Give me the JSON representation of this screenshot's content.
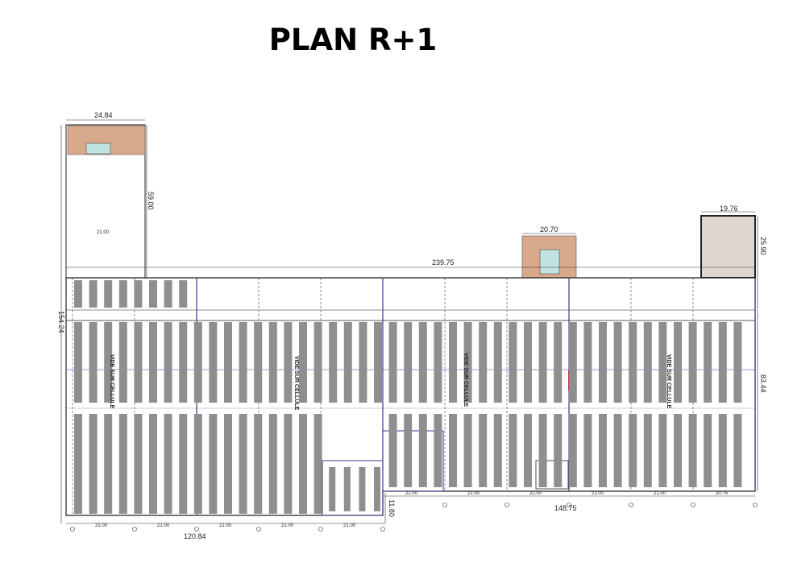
{
  "title": "PLAN R+1",
  "dimensions": {
    "left_tower_width": "24.84",
    "left_tower_height": "59.00",
    "left_tower_inner": "21.00",
    "center_tower_width": "20.70",
    "right_block_width": "19.76",
    "right_block_height": "25.90",
    "total_length": "239.75",
    "left_height": "154.24",
    "right_height": "83.44",
    "left_bottom_length": "120.84",
    "right_bottom_length": "148.75",
    "step_height": "11.80",
    "bays_left": [
      "21.00",
      "21.00",
      "21.00",
      "21.00",
      "21.00"
    ],
    "bays_right": [
      "21.00",
      "21.00",
      "21.00",
      "21.00",
      "21.00",
      "20.75"
    ]
  },
  "labels": {
    "void_over_cell": "VIDE SUR CELLULE"
  },
  "colors": {
    "office": "#d9a98c",
    "rack": "#8f8f8f",
    "grid_line": "#3a3a8c",
    "annex": "#ddd6d0",
    "fire_wall": "#c8283c"
  }
}
